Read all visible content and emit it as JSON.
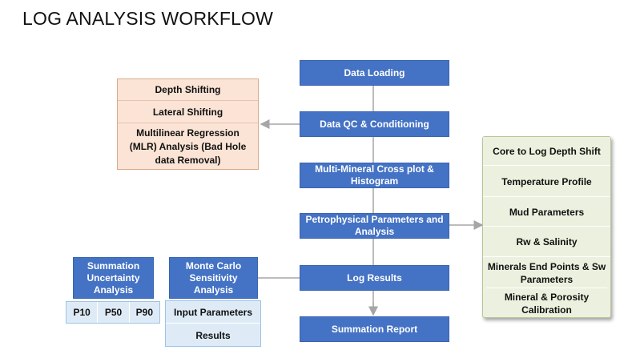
{
  "title": "LOG ANALYSIS WORKFLOW",
  "main_flow": [
    "Data Loading",
    "Data QC & Conditioning",
    "Multi-Mineral Cross plot & Histogram",
    "Petrophysical Parameters and Analysis",
    "Log Results",
    "Summation Report"
  ],
  "qc_steps": [
    "Depth Shifting",
    "Lateral Shifting",
    "Multilinear Regression (MLR) Analysis (Bad Hole data Removal)"
  ],
  "parameter_inputs": [
    "Core to Log Depth Shift",
    "Temperature Profile",
    "Mud Parameters",
    "Rw & Salinity",
    "Minerals End Points & Sw Parameters",
    "Mineral & Porosity Calibration"
  ],
  "monte_carlo": {
    "label": "Monte Carlo Sensitivity Analysis",
    "items": [
      "Input Parameters",
      "Results"
    ]
  },
  "summation": {
    "label": "Summation Uncertainty Analysis",
    "percentiles": [
      "P10",
      "P50",
      "P90"
    ]
  },
  "colors": {
    "main_box": "#4472c4",
    "qc_box": "#fbe4d5",
    "param_box": "#ebf1de",
    "result_box": "#deebf7",
    "connector": "#a6a6a6"
  }
}
